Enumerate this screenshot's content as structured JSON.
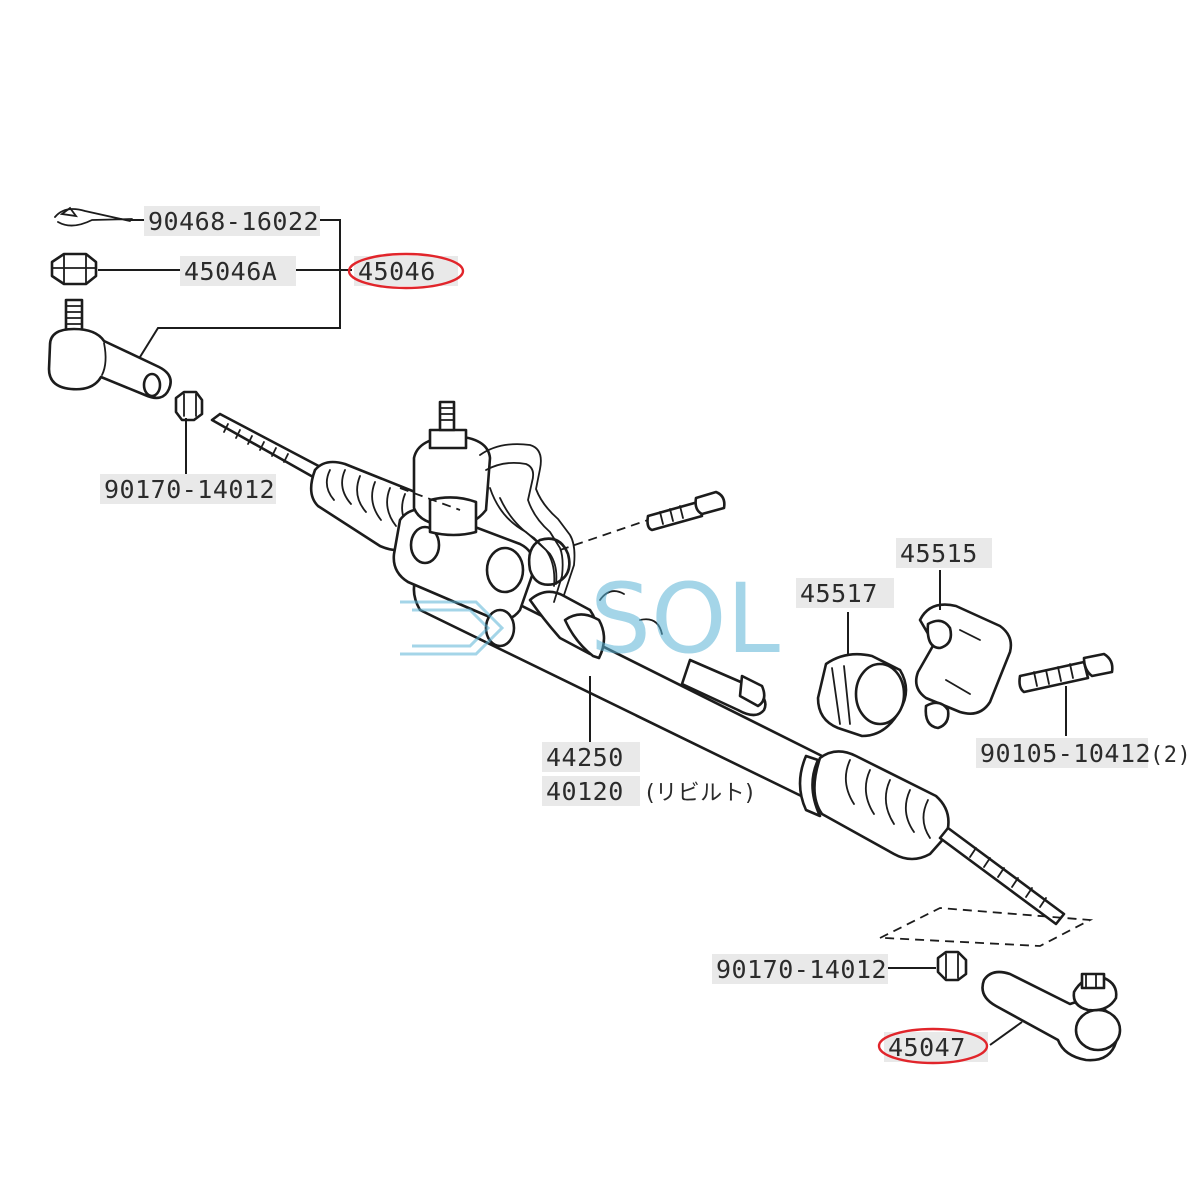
{
  "labels": {
    "cotter_pin": "90468-16022",
    "nut_a": "45046A",
    "tie_rod_end_lh": "45046",
    "lock_nut_left": "90170-14012",
    "rack_assy": "44250",
    "rack_assy_rebuilt_no": "40120",
    "rack_assy_rebuilt_note": "(リビルト)",
    "bracket": "45515",
    "bushing": "45517",
    "bolt": "90105-10412",
    "bolt_qty": "(2)",
    "lock_nut_right": "90170-14012",
    "tie_rod_end_rh": "45047"
  },
  "watermark": {
    "text": "SOL",
    "color": "#5ab4d6"
  },
  "colors": {
    "highlight": "#e1252b",
    "line": "#1c1c1c",
    "label_bg": "#e9e9e9"
  }
}
